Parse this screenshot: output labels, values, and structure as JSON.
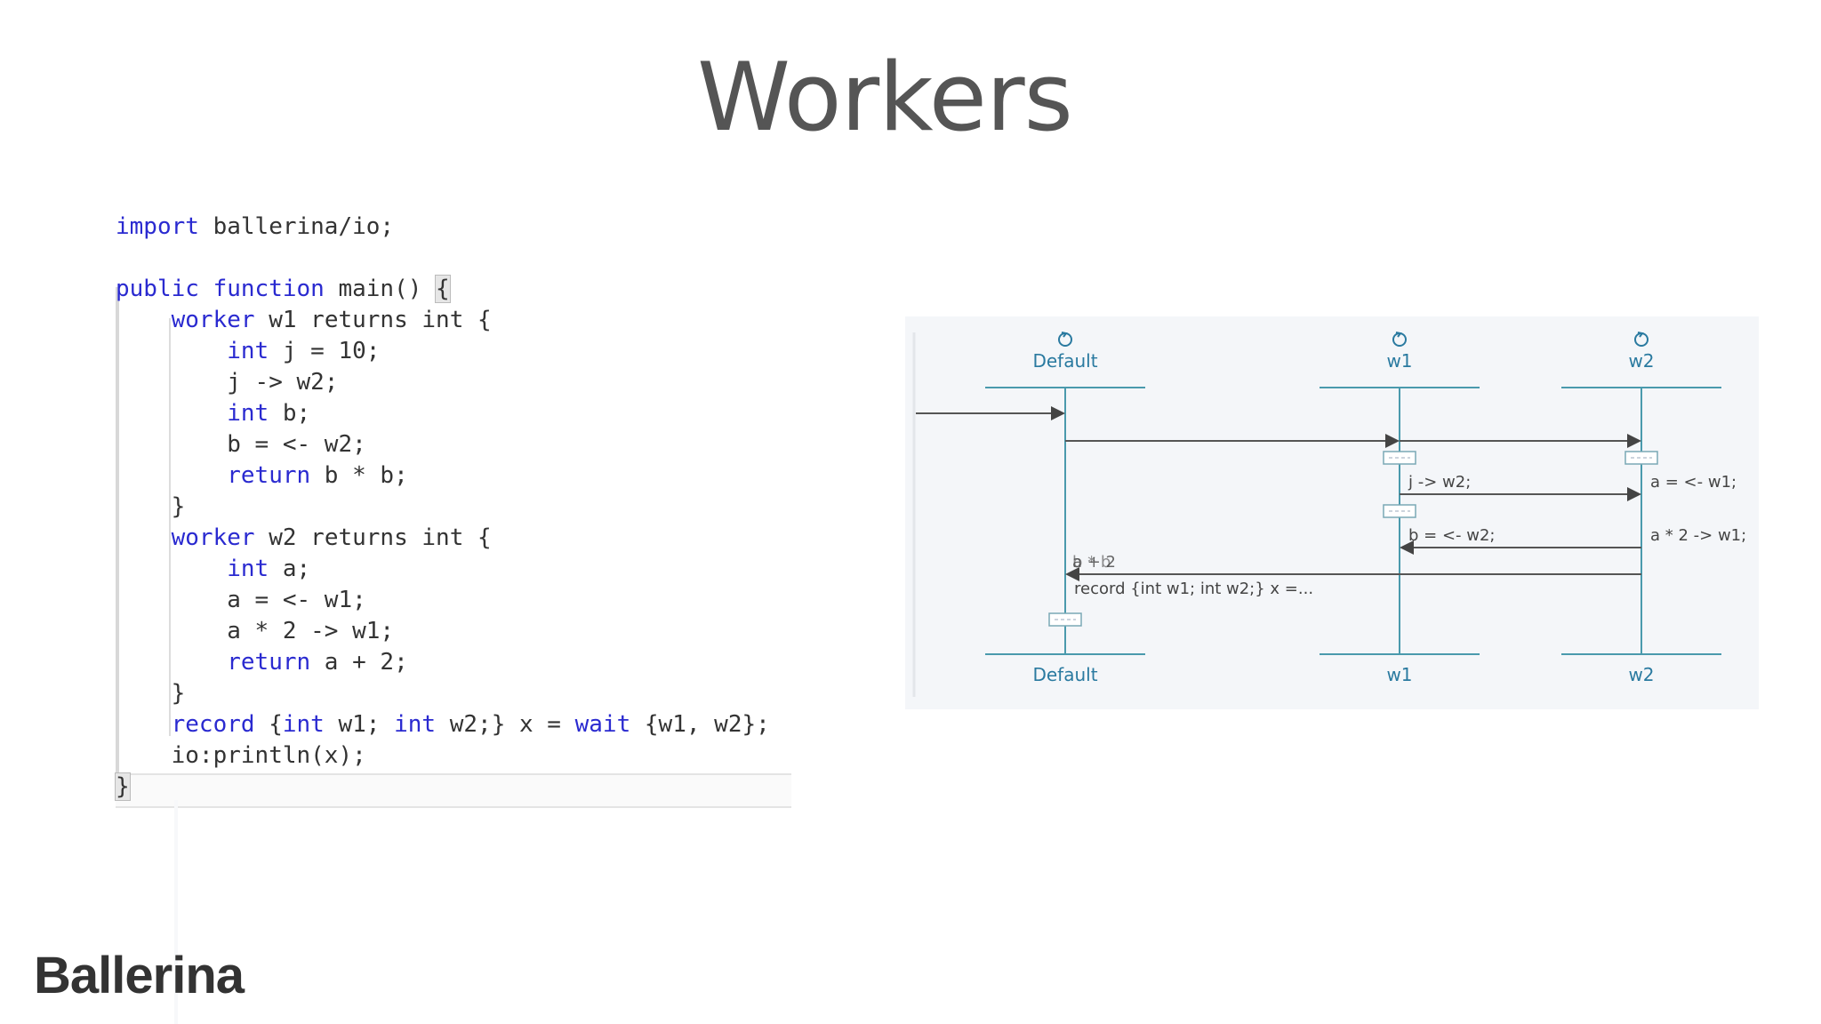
{
  "slide": {
    "title": "Workers"
  },
  "code": {
    "lines": [
      {
        "indent": "",
        "tokens": [
          {
            "t": "import",
            "k": true
          },
          {
            "t": " ballerina/io;",
            "k": false
          }
        ]
      },
      {
        "indent": "",
        "tokens": []
      },
      {
        "indent": "",
        "tokens": [
          {
            "t": "public",
            "k": true
          },
          {
            "t": " ",
            "k": false
          },
          {
            "t": "function",
            "k": true
          },
          {
            "t": " main() ",
            "k": false
          },
          {
            "t": "{",
            "k": false,
            "hl": true
          }
        ]
      },
      {
        "indent": "    ",
        "tokens": [
          {
            "t": "worker",
            "k": true
          },
          {
            "t": " w1 returns int {",
            "k": false
          }
        ]
      },
      {
        "indent": "        ",
        "tokens": [
          {
            "t": "int",
            "k": true
          },
          {
            "t": " j = 10;",
            "k": false
          }
        ]
      },
      {
        "indent": "        ",
        "tokens": [
          {
            "t": "j -> w2;",
            "k": false
          }
        ]
      },
      {
        "indent": "        ",
        "tokens": [
          {
            "t": "int",
            "k": true
          },
          {
            "t": " b;",
            "k": false
          }
        ]
      },
      {
        "indent": "        ",
        "tokens": [
          {
            "t": "b = <- w2;",
            "k": false
          }
        ]
      },
      {
        "indent": "        ",
        "tokens": [
          {
            "t": "return",
            "k": true
          },
          {
            "t": " b * b;",
            "k": false
          }
        ]
      },
      {
        "indent": "    ",
        "tokens": [
          {
            "t": "}",
            "k": false
          }
        ]
      },
      {
        "indent": "    ",
        "tokens": [
          {
            "t": "worker",
            "k": true
          },
          {
            "t": " w2 returns int {",
            "k": false
          }
        ]
      },
      {
        "indent": "        ",
        "tokens": [
          {
            "t": "int",
            "k": true
          },
          {
            "t": " a;",
            "k": false
          }
        ]
      },
      {
        "indent": "        ",
        "tokens": [
          {
            "t": "a = <- w1;",
            "k": false
          }
        ]
      },
      {
        "indent": "        ",
        "tokens": [
          {
            "t": "a * 2 -> w1;",
            "k": false
          }
        ]
      },
      {
        "indent": "        ",
        "tokens": [
          {
            "t": "return",
            "k": true
          },
          {
            "t": " a + 2;",
            "k": false
          }
        ]
      },
      {
        "indent": "    ",
        "tokens": [
          {
            "t": "}",
            "k": false
          }
        ]
      },
      {
        "indent": "    ",
        "tokens": [
          {
            "t": "record",
            "k": true
          },
          {
            "t": " {",
            "k": false
          },
          {
            "t": "int",
            "k": true
          },
          {
            "t": " w1; ",
            "k": false
          },
          {
            "t": "int",
            "k": true
          },
          {
            "t": " w2;} x = ",
            "k": false
          },
          {
            "t": "wait",
            "k": true
          },
          {
            "t": " {w1, w2};",
            "k": false
          }
        ]
      },
      {
        "indent": "    ",
        "tokens": [
          {
            "t": "io:println(x);",
            "k": false
          }
        ]
      },
      {
        "indent": "",
        "tokens": [
          {
            "t": "}",
            "k": false,
            "hl": true
          }
        ]
      }
    ]
  },
  "diagram": {
    "lifelines": [
      {
        "name": "Default",
        "footer": "Default"
      },
      {
        "name": "w1",
        "footer": "w1"
      },
      {
        "name": "w2",
        "footer": "w2"
      }
    ],
    "messages": {
      "w1_send": "j -> w2;",
      "w1_recv": "b = <- w2;",
      "w2_recv": "a = <- w1;",
      "w2_send": "a * 2 -> w1;",
      "default_result_a": "a + 2",
      "default_result_b": "b * b",
      "default_wait": "record {int w1; int w2;} x =..."
    },
    "colors": {
      "lifeline": "#4a9aad",
      "label": "#2a7aa0",
      "arrow": "#555555",
      "text": "#444444",
      "background": "#f4f6f9"
    },
    "icons": [
      "refresh-icon",
      "refresh-icon",
      "refresh-icon"
    ]
  },
  "logo": {
    "text": "Ballerina"
  }
}
